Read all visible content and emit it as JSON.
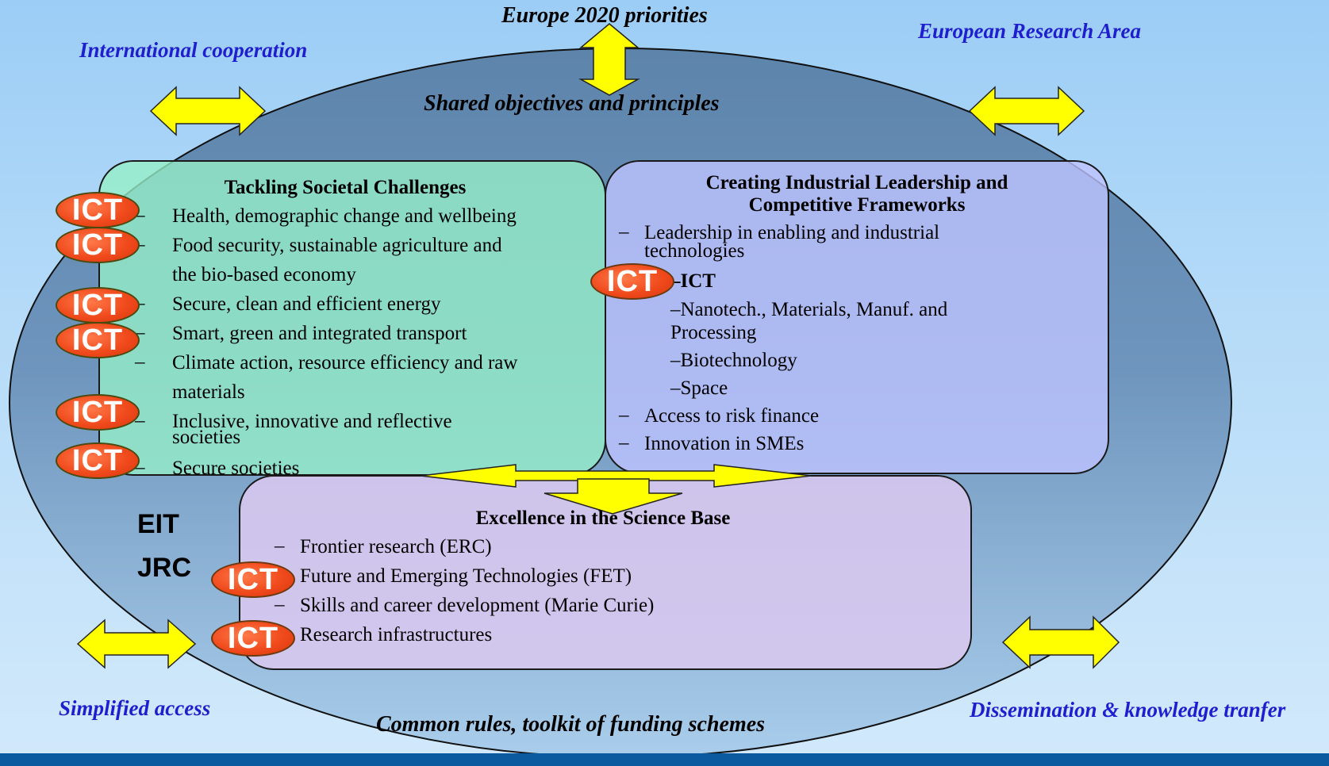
{
  "top": {
    "priorities": "Europe 2020 priorities",
    "shared": "Shared objectives and principles"
  },
  "corners": {
    "top_left": "International cooperation",
    "top_right": "European Research Area",
    "bottom_left": "Simplified access",
    "bottom_right": "Dissemination & knowledge tranfer"
  },
  "bottom": {
    "common": "Common rules, toolkit of funding schemes"
  },
  "societal": {
    "title": "Tackling Societal Challenges",
    "dash": "–",
    "items": [
      "Health, demographic change and wellbeing",
      "Food security, sustainable agriculture and",
      "the bio-based economy",
      "Secure, clean and efficient energy",
      "Smart, green and integrated transport",
      "Climate action, resource efficiency and raw",
      "materials",
      "Inclusive, innovative and reflective",
      "societies",
      "Secure societies"
    ]
  },
  "industrial": {
    "title_line1": "Creating Industrial Leadership and",
    "title_line2": "Competitive Frameworks",
    "dash": "–",
    "lead_line1": "Leadership in enabling and industrial",
    "lead_line2": "technologies",
    "sub_ict": "–ICT",
    "sub_nano1": "–Nanotech., Materials, Manuf. and",
    "sub_nano2": "Processing",
    "sub_bio": "–Biotechnology",
    "sub_space": "–Space",
    "risk": "Access to risk finance",
    "smes": "Innovation in SMEs"
  },
  "excellence": {
    "title": "Excellence in the Science Base",
    "dash": "–",
    "items": [
      "Frontier research (ERC)",
      "Future and Emerging Technologies (FET)",
      "Skills and career development (Marie Curie)",
      "Research infrastructures"
    ]
  },
  "eit": "EIT",
  "jrc": "JRC",
  "ict_label": "ICT",
  "colors": {
    "corner_text": "#1f1ecf",
    "arrow_fill": "#ffff00",
    "ellipse_top": "#5d84ab",
    "ellipse_bottom": "#a9cdeb",
    "ict_fill": "#f04a1c",
    "footer_bar": "#0b5aa0"
  }
}
